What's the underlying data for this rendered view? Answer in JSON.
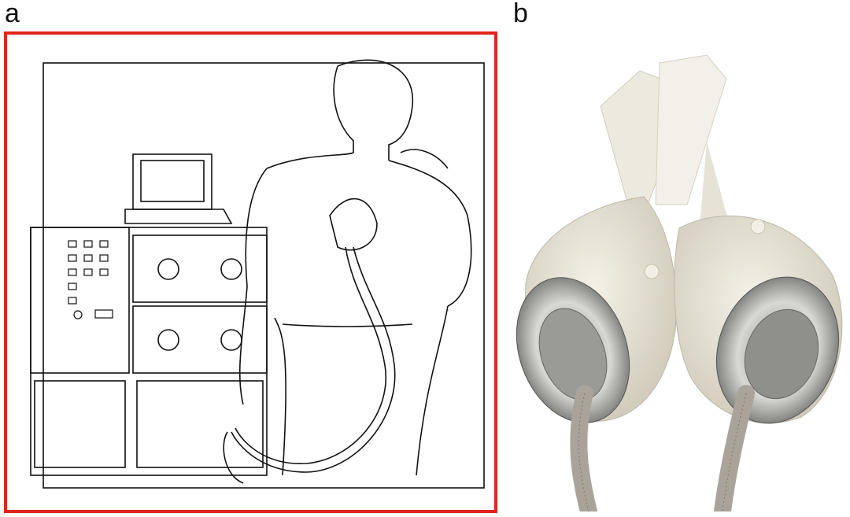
{
  "figure": {
    "panel_a": {
      "label": "a",
      "border_color": "#e0261d",
      "content": "line-drawing"
    },
    "panel_b": {
      "label": "b",
      "content": "photo"
    }
  }
}
